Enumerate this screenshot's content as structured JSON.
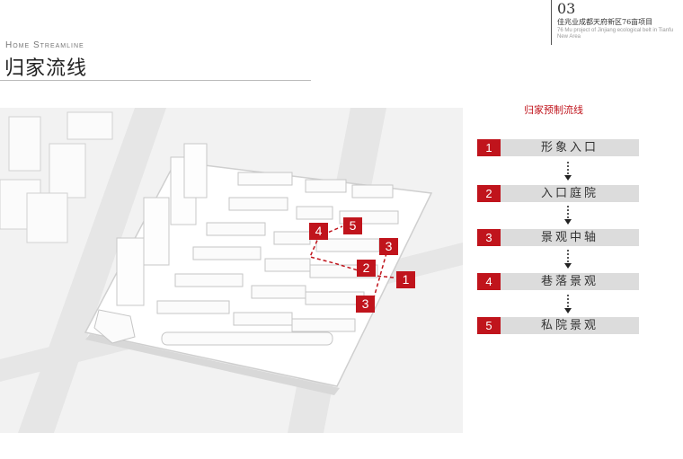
{
  "header": {
    "page_number": "03",
    "project_cn": "佳兆业成都天府新区76亩项目",
    "project_en": "76 Mu project of Jinjiang ecological belt in Tianfu New Area"
  },
  "title": {
    "en": "Home Streamline",
    "cn": "归家流线"
  },
  "legend": {
    "title": "归家预制流线",
    "items": [
      {
        "num": "1",
        "label": "形象入口"
      },
      {
        "num": "2",
        "label": "入口庭院"
      },
      {
        "num": "3",
        "label": "景观中轴"
      },
      {
        "num": "4",
        "label": "巷落景观"
      },
      {
        "num": "5",
        "label": "私院景观"
      }
    ]
  },
  "markers": [
    {
      "num": "1"
    },
    {
      "num": "2"
    },
    {
      "num": "3"
    },
    {
      "num": "3"
    },
    {
      "num": "4"
    },
    {
      "num": "5"
    }
  ],
  "colors": {
    "accent": "#c0141c",
    "bar": "#dcdcdc"
  }
}
